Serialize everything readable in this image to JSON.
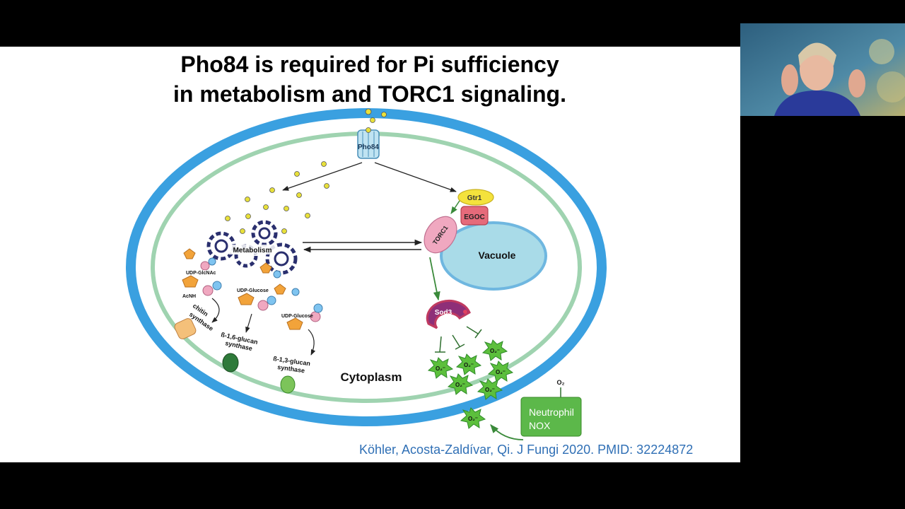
{
  "slide": {
    "title_line1": "Pho84 is required for Pi sufficiency",
    "title_line2": "in metabolism and TORC1 signaling.",
    "citation": "Köhler, Acosta-Zaldívar, Qi. J Fungi 2020. PMID: 32224872"
  },
  "diagram": {
    "pho84": "Pho84",
    "gtr1": "Gtr1",
    "egoc": "EGOC",
    "torc1": "TORC1",
    "vacuole": "Vacuole",
    "metabolism": "Metabolism",
    "sod3": "Sod3",
    "cytoplasm": "Cytoplasm",
    "udp_glcnac": "UDP-GlcNAc",
    "acnh": "AcNH",
    "udp_glucose_1": "UDP-Glucose",
    "udp_glucose_2": "UDP-Glucose",
    "chitin_synthase_1": "chitin",
    "chitin_synthase_2": "synthase",
    "b16_glucan_1": "ß-1,6-glucan",
    "b16_glucan_2": "synthase",
    "b13_glucan_1": "ß-1,3-glucan",
    "b13_glucan_2": "synthase",
    "superoxide": "O₂⁻",
    "o2": "O₂",
    "neutrophil_1": "Neutrophil",
    "neutrophil_2": "NOX"
  },
  "colors": {
    "membrane_outer": "#3aa0e0",
    "membrane_inner": "#9fd3b0",
    "citation": "#2f6fb5",
    "gear": "#2a2f6e",
    "vacuole": "#a9dbe8",
    "torc1": "#f0a8c0",
    "gtr1": "#f4e23c",
    "egoc": "#e56a7a",
    "ros": "#5cbf3c",
    "neutrophil": "#5cb84a"
  },
  "video_tile": {
    "icon": "participant-video"
  }
}
